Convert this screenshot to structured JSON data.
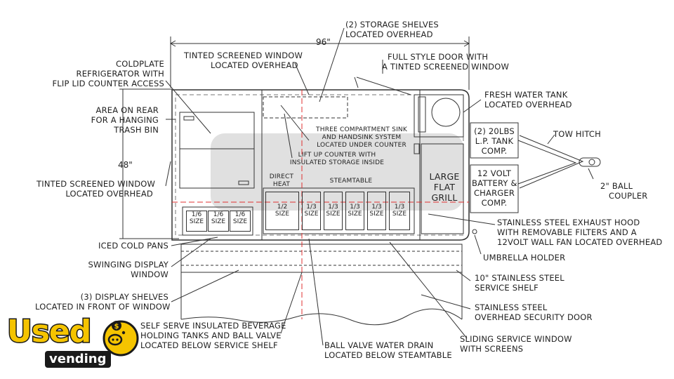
{
  "dimensions": {
    "length": "96\"",
    "width": "48\""
  },
  "labels": {
    "storage_shelves": [
      "(2) STORAGE SHELVES",
      "LOCATED OVERHEAD"
    ],
    "tinted_window_top": [
      "TINTED SCREENED WINDOW",
      "LOCATED OVERHEAD"
    ],
    "full_door": [
      "FULL STYLE DOOR WITH",
      "A TINTED SCREENED WINDOW"
    ],
    "coldplate": [
      "COLDPLATE",
      "REFRIGERATOR WITH",
      "FLIP LID COUNTER ACCESS"
    ],
    "fresh_water": [
      "FRESH WATER TANK",
      "LOCATED OVERHEAD"
    ],
    "trash_bin": [
      "AREA ON REAR",
      "FOR A HANGING",
      "TRASH BIN"
    ],
    "lp_tank": [
      "(2) 20LBS",
      "L.P. TANK",
      "COMP."
    ],
    "tow_hitch": "TOW HITCH",
    "three_sink": [
      "THREE COMPARTMENT SINK",
      "AND HANDSINK SYSTEM",
      "LOCATED UNDER COUNTER"
    ],
    "lift_counter": [
      "LIFT UP COUNTER WITH",
      "INSULATED STORAGE INSIDE"
    ],
    "tinted_window_left": [
      "TINTED SCREENED WINDOW",
      "LOCATED OVERHEAD"
    ],
    "battery": [
      "12 VOLT",
      "BATTERY &",
      "CHARGER",
      "COMP."
    ],
    "ball_coupler": [
      "2\" BALL",
      "COUPLER"
    ],
    "grill": [
      "LARGE",
      "FLAT",
      "GRILL"
    ],
    "direct_heat": [
      "DIRECT",
      "HEAT"
    ],
    "steamtable": "STEAMTABLE",
    "exhaust_hood": [
      "STAINLESS STEEL EXHAUST HOOD",
      "WITH REMOVABLE FILTERS AND A",
      "12VOLT WALL FAN LOCATED OVERHEAD"
    ],
    "iced_pans": "ICED COLD PANS",
    "umbrella": "UMBRELLA HOLDER",
    "swinging_window": [
      "SWINGING DISPLAY",
      "WINDOW"
    ],
    "service_shelf": [
      "10\" STAINLESS STEEL",
      "SERVICE SHELF"
    ],
    "display_shelves": [
      "(3) DISPLAY SHELVES",
      "LOCATED IN FRONT OF WINDOW"
    ],
    "security_door": [
      "STAINLESS STEEL",
      "OVERHEAD SECURITY DOOR"
    ],
    "beverage": [
      "SELF SERVE INSULATED BEVERAGE",
      "HOLDING TANKS AND BALL VALVE",
      "LOCATED BELOW SERVICE SHELF"
    ],
    "sliding_window": [
      "SLIDING SERVICE WINDOW",
      "WITH SCREENS"
    ],
    "ball_valve_drain": [
      "BALL VALVE WATER DRAIN",
      "LOCATED BELOW STEAMTABLE"
    ]
  },
  "pans": {
    "cold": [
      [
        "1/6",
        "SIZE"
      ],
      [
        "1/6",
        "SIZE"
      ],
      [
        "1/6",
        "SIZE"
      ]
    ],
    "steam": [
      [
        "1/2",
        "SIZE"
      ],
      [
        "1/3",
        "SIZE"
      ],
      [
        "1/3",
        "SIZE"
      ],
      [
        "1/3",
        "SIZE"
      ],
      [
        "1/3",
        "SIZE"
      ],
      [
        "1/3",
        "SIZE"
      ]
    ]
  },
  "logo": {
    "word": "Used",
    "sub": "vending"
  },
  "colors": {
    "line": "#333333",
    "red": "#e03030",
    "logo_yellow": "#f5c400",
    "logo_dark": "#1a1a1a"
  }
}
